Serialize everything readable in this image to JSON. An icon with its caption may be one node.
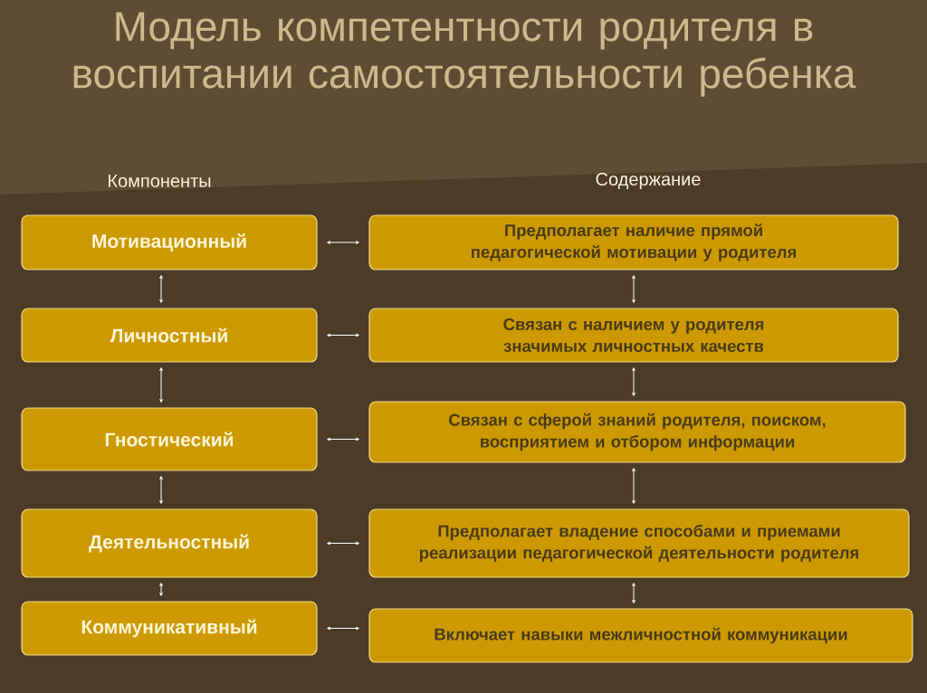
{
  "diagram": {
    "title": "Модель компетентности родителя в воспитании самостоятельности ребенка",
    "nodes": [
      {
        "text": [
          "Мотивационный"
        ]
      },
      {
        "text": [
          "Предполагает наличие прямой педагогической мотивации у родителя"
        ]
      },
      {
        "text": [
          "Личностный"
        ]
      },
      {
        "text": [
          "Связан с наличием у родителя значимых личностных качеств"
        ]
      },
      {
        "text": [
          "Гностический"
        ]
      },
      {
        "text": [
          "Связан с сферой знаний родителя, поиском, восприятием и отбором информации"
        ]
      },
      {
        "text": [
          "Деятельностный"
        ]
      },
      {
        "text": [
          "Предполагает владение способами и приемами реализации педагогической деятельности родителя"
        ]
      },
      {
        "text": [
          "Коммуникативный"
        ]
      },
      {
        "text": [
          "Включает навыки межличностной коммуникации"
        ]
      }
    ],
    "edges": [
      {
        "from": 0,
        "to": 1,
        "arrow": "both"
      },
      {
        "from": 2,
        "to": 3,
        "arrow": "both"
      },
      {
        "from": 4,
        "to": 5,
        "arrow": "both"
      },
      {
        "from": 6,
        "to": 7,
        "arrow": "both"
      },
      {
        "from": 8,
        "to": 9,
        "arrow": "both"
      },
      {
        "from": 0,
        "to": 2,
        "arrow": "both"
      },
      {
        "from": 2,
        "to": 4,
        "arrow": "both"
      },
      {
        "from": 4,
        "to": 6,
        "arrow": "both"
      },
      {
        "from": 6,
        "to": 8,
        "arrow": "both"
      },
      {
        "from": 1,
        "to": 3,
        "arrow": "both"
      },
      {
        "from": 3,
        "to": 5,
        "arrow": "both"
      },
      {
        "from": 5,
        "to": 7,
        "arrow": "both"
      },
      {
        "from": 7,
        "to": 9,
        "arrow": "both"
      }
    ],
    "labels": [
      "Компоненты",
      "Содержание"
    ]
  }
}
